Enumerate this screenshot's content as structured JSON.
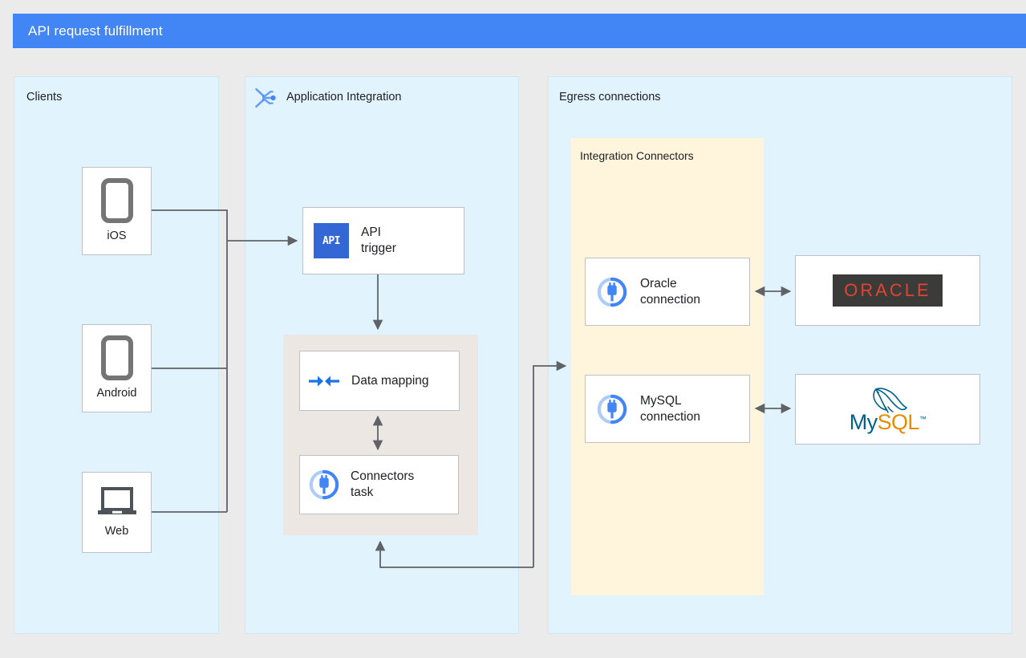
{
  "header": {
    "title": "API request fulfillment",
    "bar_color": "#4285f4"
  },
  "canvas": {
    "background": "#ebebeb",
    "panel_color": "#e1f3fd",
    "connectors_panel_color": "#fef5dc",
    "beige_panel_color": "#ece7e3",
    "wire_color": "#5f6368"
  },
  "panels": {
    "clients": {
      "label": "Clients"
    },
    "application_integration": {
      "label": "Application Integration",
      "icon": "application-integration-icon"
    },
    "egress": {
      "label": "Egress connections"
    },
    "integration_connectors": {
      "label": "Integration Connectors"
    }
  },
  "clients": [
    {
      "label": "iOS",
      "icon": "mobile-phone-icon"
    },
    {
      "label": "Android",
      "icon": "mobile-phone-icon"
    },
    {
      "label": "Web",
      "icon": "laptop-icon"
    }
  ],
  "integration_tasks": [
    {
      "label": "API\ntrigger",
      "icon": "api-trigger-icon"
    },
    {
      "label": "Data mapping",
      "icon": "data-mapping-icon"
    },
    {
      "label": "Connectors\ntask",
      "icon": "connectors-plug-icon"
    }
  ],
  "connections": [
    {
      "label": "Oracle\nconnection",
      "icon": "connectors-plug-icon"
    },
    {
      "label": "MySQL\nconnection",
      "icon": "connectors-plug-icon"
    }
  ],
  "backends": [
    {
      "name": "Oracle",
      "wordmark": "ORACLE",
      "text_color": "#e0442f",
      "background": "#3b3c3a",
      "icon": "oracle-logo"
    },
    {
      "name": "MySQL",
      "wordmark_primary": "My",
      "wordmark_secondary": "SQL",
      "trademark": "™",
      "primary_color": "#00618a",
      "secondary_color": "#e48e00",
      "icon": "mysql-dolphin-logo"
    }
  ]
}
